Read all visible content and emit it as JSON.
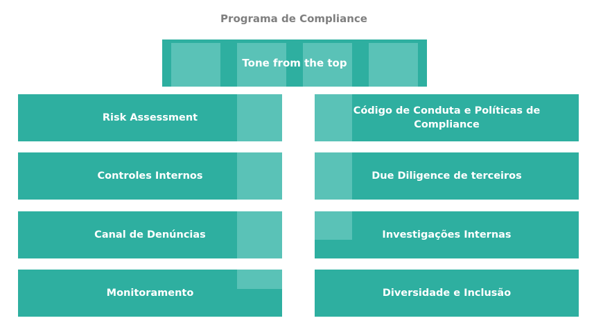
{
  "title": "Programa de Compliance",
  "top": {
    "label": "Tone from the top"
  },
  "left": [
    {
      "label": "Risk Assessment"
    },
    {
      "label": "Controles Internos"
    },
    {
      "label": "Canal de Denúncias"
    },
    {
      "label": "Monitoramento"
    }
  ],
  "right": [
    {
      "label": "Código de Conduta e Políticas de Compliance"
    },
    {
      "label": "Due Diligence de terceiros"
    },
    {
      "label": "Investigações Internas"
    },
    {
      "label": "Diversidade e Inclusão"
    }
  ],
  "colors": {
    "box": "#2eafa0",
    "shade": "#5ac2b7",
    "title": "#7f7f7f",
    "text": "#ffffff"
  }
}
